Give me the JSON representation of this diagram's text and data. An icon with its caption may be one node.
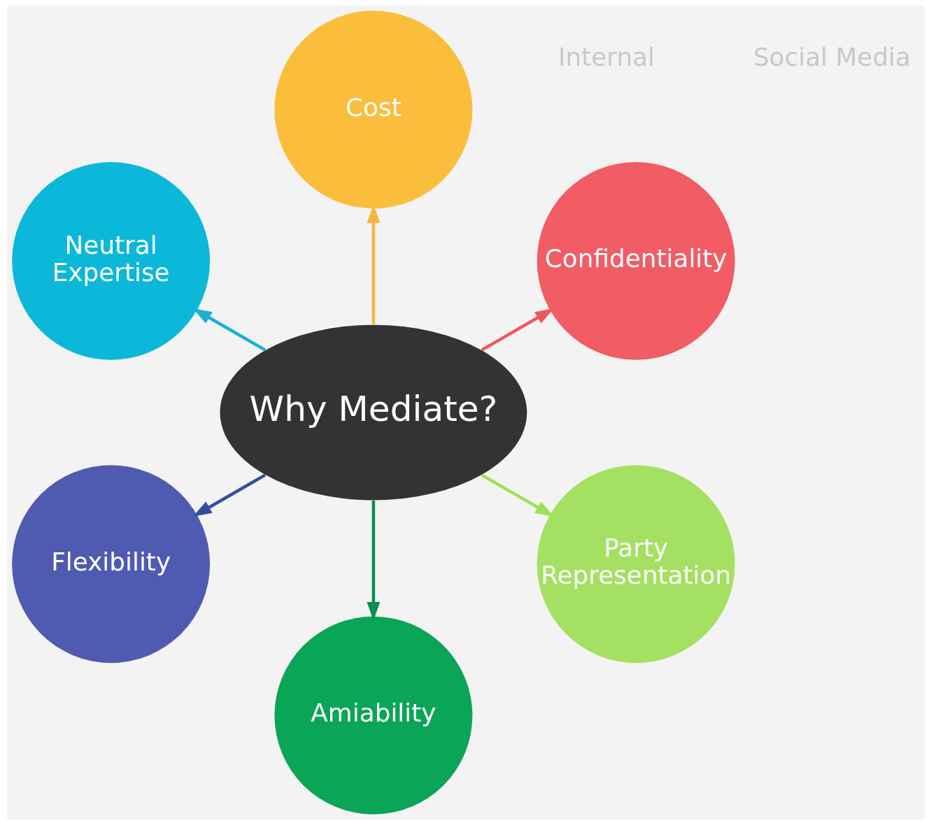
{
  "diagram": {
    "nodes": [
      {
        "text": [
          "Why Mediate?"
        ]
      },
      {
        "text": [
          "Confidentiality"
        ]
      },
      {
        "text": [
          "Cost"
        ]
      },
      {
        "text": [
          "Neutral Expertise"
        ]
      },
      {
        "text": [
          "Flexibility"
        ]
      },
      {
        "text": [
          "Amiability"
        ]
      },
      {
        "text": [
          "Party Representation"
        ]
      }
    ],
    "edges": [
      {
        "from": 0,
        "to": 1,
        "arrow": "to",
        "color": "#f0555f"
      },
      {
        "from": 0,
        "to": 2,
        "arrow": "to",
        "color": "#f5b83d"
      },
      {
        "from": 0,
        "to": 3,
        "arrow": "to",
        "color": "#1ab0d8"
      },
      {
        "from": 0,
        "to": 4,
        "arrow": "to",
        "color": "#2f4f9e"
      },
      {
        "from": 0,
        "to": 5,
        "arrow": "to",
        "color": "#0a8f4f"
      },
      {
        "from": 0,
        "to": 6,
        "arrow": "to",
        "color": "#9ee05a"
      }
    ],
    "labels": [
      "Internal",
      "Social Media"
    ]
  }
}
